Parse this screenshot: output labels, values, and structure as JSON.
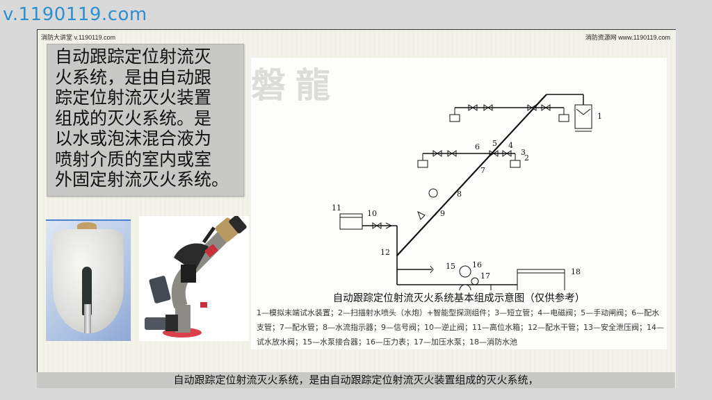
{
  "watermark": {
    "site": "v.1190119.com"
  },
  "slide": {
    "header_left": "消防大讲堂 v.1190119.com",
    "header_right": "消防资源网  www.1190119.com",
    "text_box": {
      "lines": [
        "自动跟踪定位射流灭",
        "火系统，是由自动跟",
        "踪定位射流灭火装置",
        "组成的灭火系统。是",
        "以水或泡沫混合液为",
        "喷射介质的室内或室",
        "外固定射流灭火系统。"
      ]
    },
    "photos": [
      {
        "name": "scanning-nozzle-detector-photo"
      },
      {
        "name": "fire-water-cannon-photo"
      }
    ],
    "diagram": {
      "logo_watermark": "磐龍",
      "caption": "自动跟踪定位射流灭火系统基本组成示意图（仅供参考）",
      "labels": [
        "1",
        "2",
        "3",
        "4",
        "5",
        "6",
        "7",
        "8",
        "9",
        "10",
        "11",
        "12",
        "15",
        "16",
        "17",
        "18"
      ],
      "legend": "1—模拟末端试水装置；2—扫描射水喷头（水炮）+智能型探测组件；3—短立管；4—电磁阀；5—手动闸阀；6—配水支管；7—配水管；8—水流指示器；9—信号阀；10—逆止阀；11—高位水箱；12—配水干管；13—安全泄压阀；14—试水放水阀；15—水泵接合器；16—压力表；17—加压水泵；18—消防水池"
    }
  },
  "subtitle": "自动跟踪定位射流灭火系统，是由自动跟踪定位射流灭火装置组成的灭火系统，",
  "colors": {
    "watermark": "#2b8fd0",
    "slide_bg": "#f4f3ea",
    "text_box_bg": "#c8c8c6",
    "page_bg": "#d9d9d9"
  }
}
